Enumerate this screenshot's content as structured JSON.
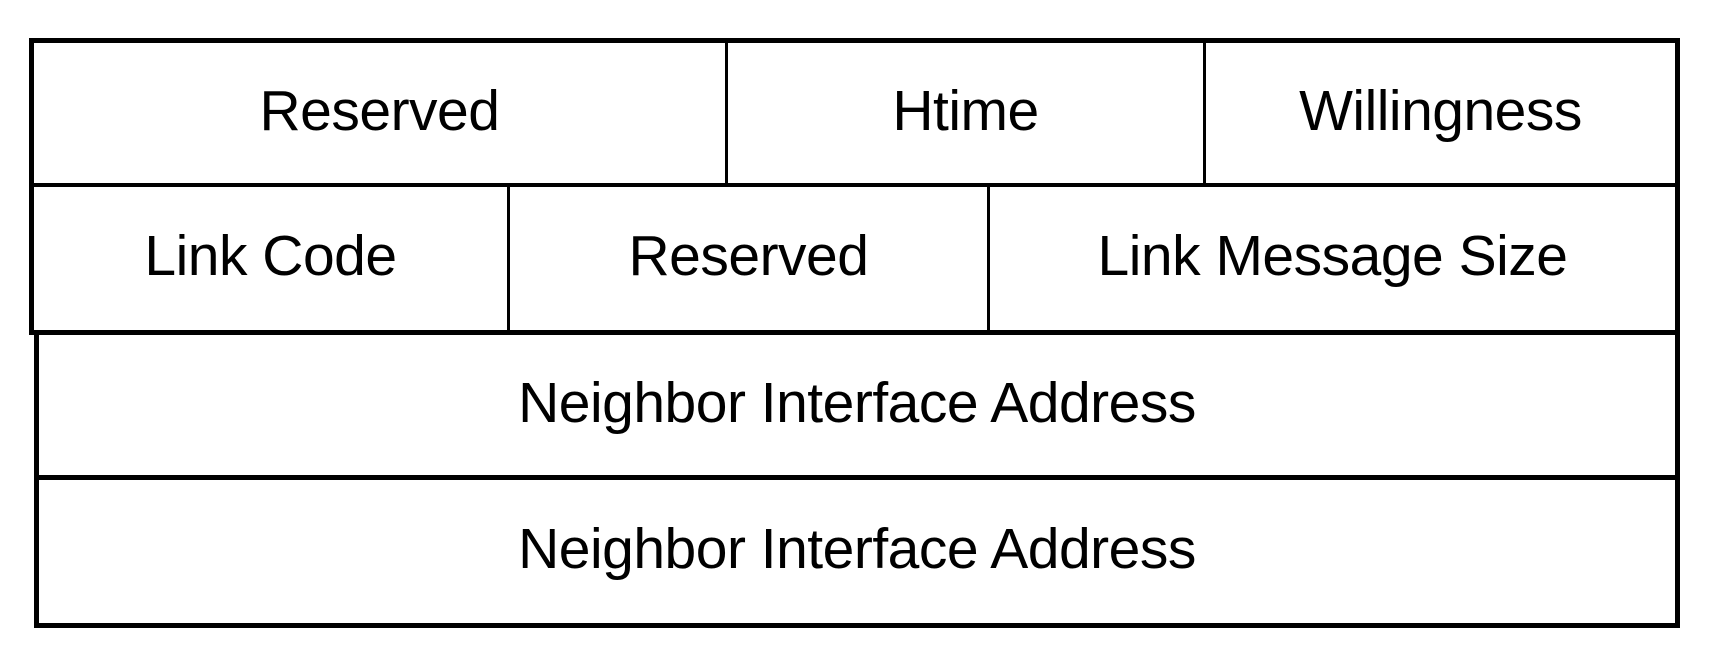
{
  "diagram": {
    "type": "packet-format-table",
    "description": "OLSR HELLO message packet format block diagram",
    "colors": {
      "border": "#000000",
      "background": "#ffffff",
      "text": "#000000"
    },
    "rows": [
      {
        "name": "row-1",
        "cells": [
          {
            "label": "Reserved"
          },
          {
            "label": "Htime"
          },
          {
            "label": "Willingness"
          }
        ]
      },
      {
        "name": "row-2",
        "cells": [
          {
            "label": "Link Code"
          },
          {
            "label": "Reserved"
          },
          {
            "label": "Link Message Size"
          }
        ]
      },
      {
        "name": "row-3",
        "cells": [
          {
            "label": "Neighbor Interface Address"
          }
        ]
      },
      {
        "name": "row-4",
        "cells": [
          {
            "label": "Neighbor Interface Address"
          }
        ]
      }
    ]
  }
}
